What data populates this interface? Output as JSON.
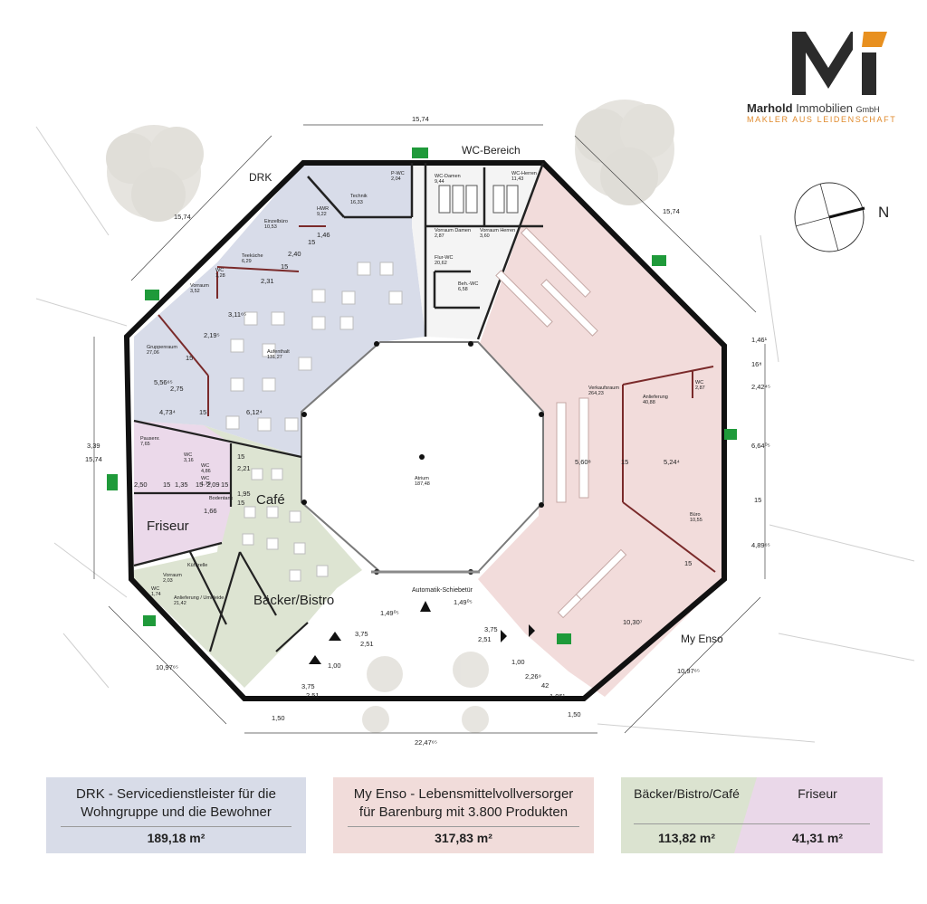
{
  "brand": {
    "name_bold": "Marhold",
    "name_rest": "Immobilien",
    "suffix": "GmbH",
    "tagline": "MAKLER AUS LEIDENSCHAFT",
    "colors": {
      "dark": "#2b2b2b",
      "accent": "#e8901f"
    }
  },
  "compass": {
    "label": "N"
  },
  "areas": {
    "drk": "DRK",
    "wc_bereich": "WC-Bereich",
    "cafe": "Café",
    "friseur": "Friseur",
    "baecker_bistro": "Bäcker/Bistro",
    "my_enso": "My Enso",
    "automatik": "Automatik-Schiebetür"
  },
  "rooms": {
    "technik": "Technik",
    "technik_a": "16,33",
    "hwr": "HWR",
    "hwr_a": "9,22",
    "einzelbuero": "Einzelbüro",
    "einzelbuero_a": "10,53",
    "teekueche": "Teeküche",
    "teekueche_a": "6,29",
    "wc_drk": "WC",
    "wc_drk_a": "1,28",
    "vorraum_drk": "Vorraum",
    "vorraum_drk_a": "3,52",
    "gruppenraum": "Gruppenraum",
    "gruppenraum_a": "27,06",
    "aufenthalt": "Aufenthalt",
    "aufenthalt_a": "131,27",
    "pwc": "P-WC",
    "pwc_a": "2,04",
    "wc_damen": "WC-Damen",
    "wc_damen_a": "9,44",
    "wc_herren": "WC-Herren",
    "wc_herren_a": "11,43",
    "vorraum_damen": "Vorraum Damen",
    "vorraum_damen_a": "2,87",
    "vorraum_herren": "Vorraum Herren",
    "vorraum_herren_a": "3,60",
    "flur_wc": "Flur-WC",
    "flur_wc_a": "20,62",
    "beh_wc": "Beh.-WC",
    "beh_wc_a": "6,58",
    "atrium": "Atrium",
    "atrium_a": "187,48",
    "verkaufsraum": "Verkaufsraum",
    "verkaufsraum_a": "264,23",
    "anlieferung": "Anlieferung",
    "anlieferung_a": "40,88",
    "wc_enso": "WC",
    "wc_enso_a": "2,87",
    "buero": "Büro",
    "buero_a": "10,55",
    "pausenr": "Pausenr.",
    "pausenr_a": "7,65",
    "wc_p": "WC",
    "wc_p_a": "3,16",
    "wc_c": "WC",
    "wc_c_a": "4,86",
    "wc_d": "WC",
    "wc_d_a": "1,70",
    "wc_e": "WC",
    "wc_e_a": "1,74",
    "bodentank": "Bodentank",
    "vorraum_b": "Vorraum",
    "vorraum_b_a": "2,03",
    "anlief_umkl": "Anlieferung / Umkleide",
    "anlief_umkl_a": "21,42",
    "kuehlzelle": "Kühlzelle"
  },
  "dimensions": {
    "top": "15,74",
    "nw": "15,74",
    "ne": "15,74",
    "west": "15,74",
    "bottom": "22,47⁶⁵",
    "sw": "10,97⁶⁵",
    "se": "10,97⁶⁵",
    "d_1100": "1,00",
    "d_375a": "3,75",
    "d_251a": "2,51",
    "d_375b": "3,75",
    "d_251b": "2,51",
    "d_150a": "1,50",
    "d_149a": "1,49⁰⁵",
    "d_149b": "1,49⁰⁵",
    "d_375c": "3,75",
    "d_251c": "2,51",
    "d_100b": "1,00",
    "d_226": "2,26⁹",
    "d_42": "42",
    "d_106": "1,06¹",
    "d_150b": "1,50",
    "e_146": "1,46¹",
    "e_168": "16⁸",
    "e_242": "2,42⁴⁵",
    "e_664": "6,64⁰⁵",
    "e_15": "15",
    "e_489": "4,89⁶⁵",
    "w_339": "3,39",
    "i_560": "5,60⁸",
    "i_15": "15",
    "i_524": "5,24⁴",
    "i_1030": "10,30⁷",
    "i_15b": "15",
    "i_612": "6,12⁴",
    "i_15c": "15",
    "i_473": "4,73⁴",
    "i_556": "5,56⁶⁵",
    "i_275": "2,75",
    "i_15d": "15",
    "i_219": "2,19⁵",
    "i_311": "3,11⁶⁵",
    "i_231": "2,31",
    "i_240": "2,40",
    "i_15e": "15",
    "i_146": "1,46",
    "i_15f": "15",
    "f_250": "2,50",
    "f_15": "15",
    "f_135": "1,35",
    "f_15b": "15",
    "f_209": "2,09",
    "f_15c": "15",
    "f_166": "1,66",
    "f_221": "2,21",
    "f_15d": "15",
    "f_195": "1,95",
    "f_15e": "15"
  },
  "legend": [
    {
      "line1": "DRK - Servicedienstleister für die",
      "line2": "Wohngruppe und die Bewohner",
      "area": "189,18 m²",
      "color": "#d8dce8"
    },
    {
      "line1": "My Enso - Lebensmittelvollversorger",
      "line2": "für Barenburg mit 3.800 Produkten",
      "area": "317,83 m²",
      "color": "#f1dcda"
    },
    {
      "title_a": "Bäcker/Bistro/Café",
      "area_a": "113,82 m²",
      "color_a": "#dbe3d0",
      "title_b": "Friseur",
      "area_b": "41,31 m²",
      "color_b": "#ead8e9"
    }
  ],
  "zone_colors": {
    "drk": "#d8dce9",
    "enso": "#f2dcdb",
    "cafe": "#dde4d2",
    "friseur": "#ebd9ea",
    "exit": "#1f9a3a"
  }
}
